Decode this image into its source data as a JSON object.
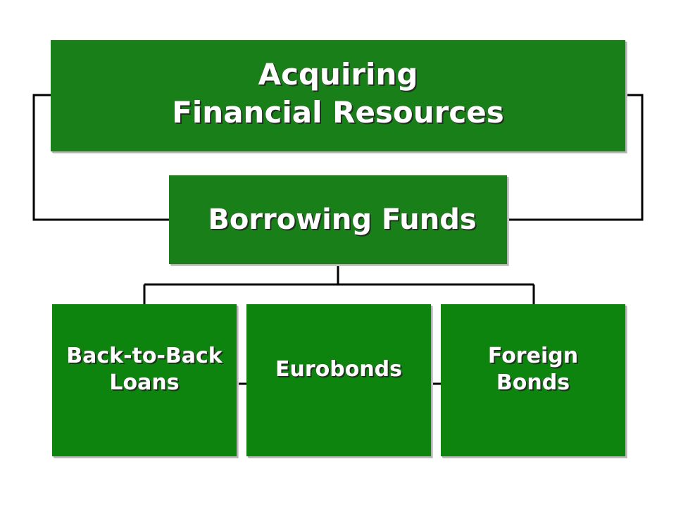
{
  "diagram": {
    "top": {
      "line1": "Acquiring",
      "line2": "Financial Resources"
    },
    "middle": {
      "label": "Borrowing Funds"
    },
    "leaves": [
      {
        "line1": "Back-to-Back",
        "line2": "Loans"
      },
      {
        "line1": "Eurobonds",
        "line2": ""
      },
      {
        "line1": "Foreign",
        "line2": "Bonds"
      }
    ]
  },
  "colors": {
    "box_fill": "#198019",
    "leaf_fill": "#0d840d",
    "text": "#ffffff",
    "connector": "#000000"
  }
}
